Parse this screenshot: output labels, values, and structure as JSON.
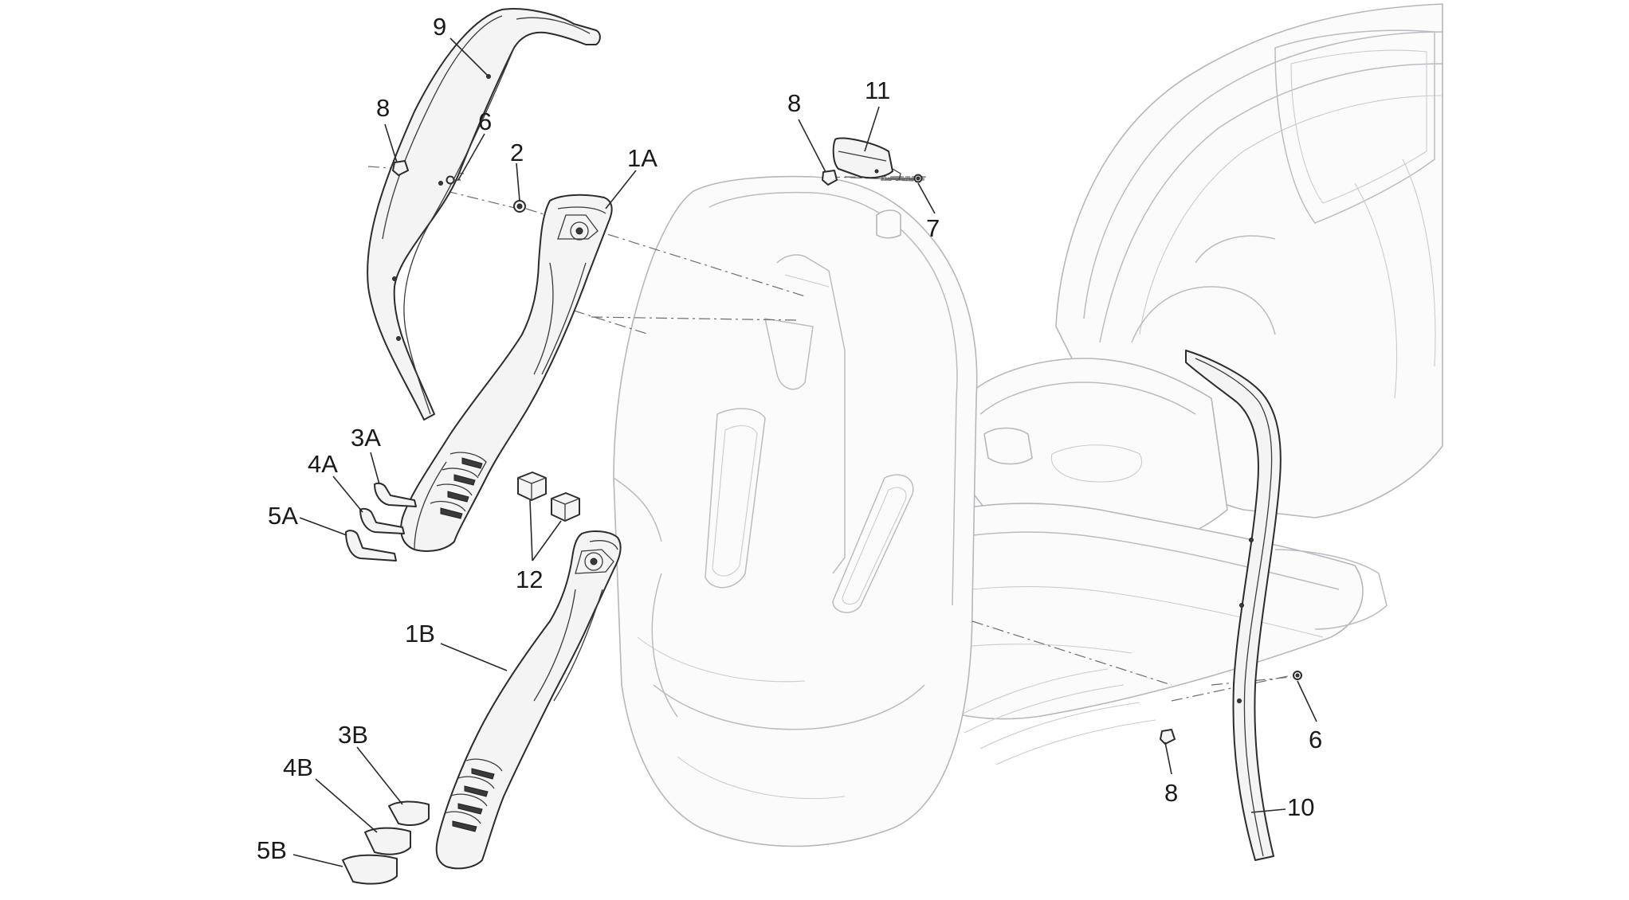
{
  "callouts": {
    "c9": "9",
    "c8_top_left": "8",
    "c6_top_left": "6",
    "c2": "2",
    "c1A": "1A",
    "c8_top_mid": "8",
    "c11": "11",
    "c7": "7",
    "c3A": "3A",
    "c4A": "4A",
    "c5A": "5A",
    "c12": "12",
    "c1B": "1B",
    "c3B": "3B",
    "c4B": "4B",
    "c5B": "5B",
    "c6_right": "6",
    "c8_bottom": "8",
    "c10": "10"
  },
  "colors": {
    "line": "#2c2c2c",
    "ghost_body": "#b9bcc0",
    "background": "#ffffff"
  }
}
